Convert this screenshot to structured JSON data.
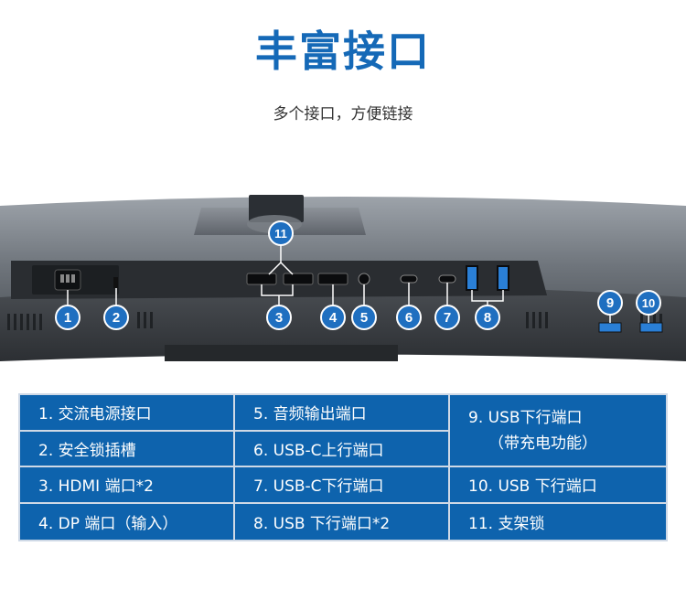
{
  "header": {
    "title": "丰富接口",
    "subtitle": "多个接口，方便链接"
  },
  "callouts": [
    "1",
    "2",
    "3",
    "4",
    "5",
    "6",
    "7",
    "8",
    "9",
    "10",
    "11"
  ],
  "ports_table": {
    "col1": [
      "1. 交流电源接口",
      "2. 安全锁插槽",
      "3. HDMI 端口*2",
      "4. DP 端口（输入）"
    ],
    "col2": [
      "5. 音频输出端口",
      "6. USB-C上行端口",
      "7. USB-C下行端口",
      "8. USB 下行端口*2"
    ],
    "col3_merged": [
      "9. USB下行端口",
      "（带充电功能）"
    ],
    "col3": [
      "10. USB 下行端口",
      "11. 支架锁"
    ]
  },
  "colors": {
    "title_blue": "#1569b7",
    "table_blue": "#0e63ad",
    "callout_blue": "#1f6fc0",
    "usb_blue": "#2a7fd6"
  }
}
